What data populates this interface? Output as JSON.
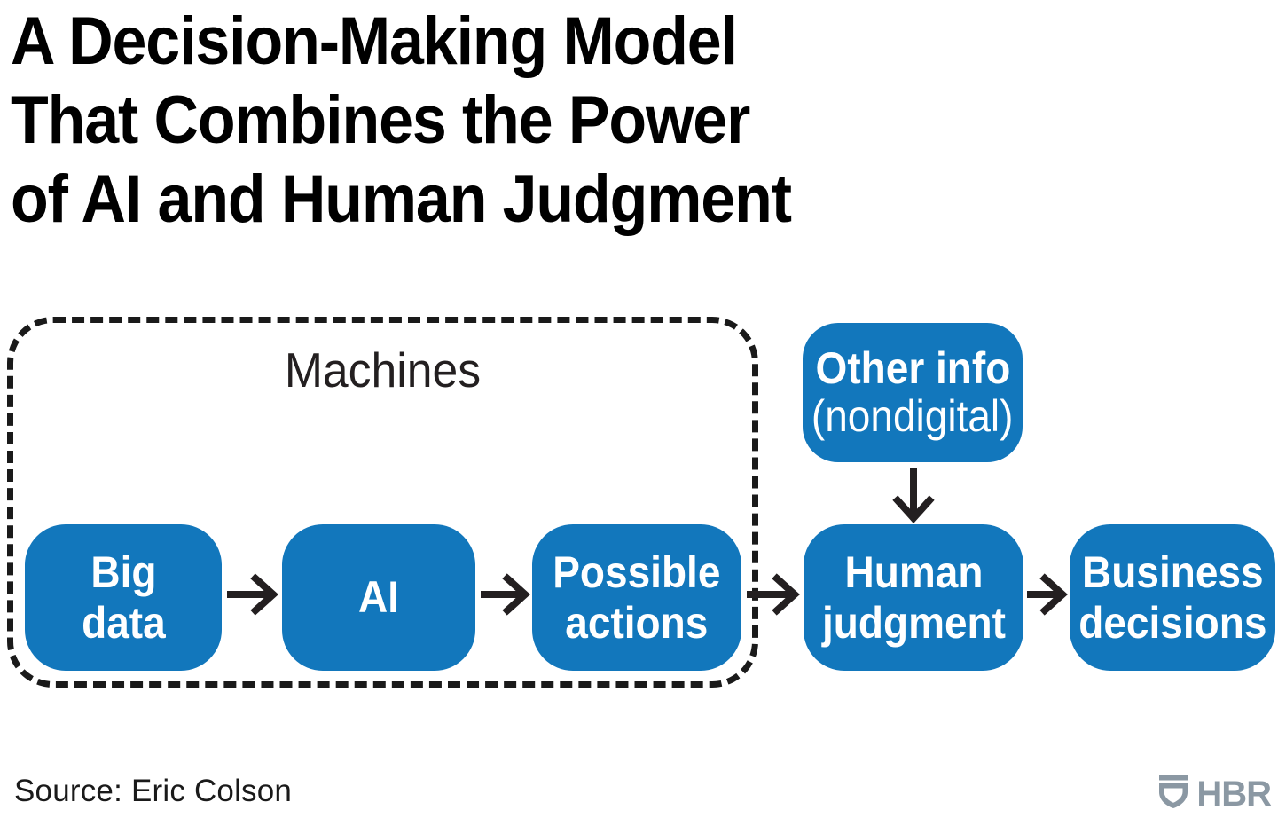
{
  "title": {
    "lines": [
      "A Decision-Making Model",
      "That Combines the Power",
      "of AI and Human Judgment"
    ]
  },
  "diagram": {
    "group_label": "Machines",
    "nodes": [
      {
        "id": "big-data",
        "label": "Big\ndata"
      },
      {
        "id": "ai",
        "label": "AI"
      },
      {
        "id": "possible",
        "label": "Possible\nactions"
      },
      {
        "id": "human",
        "label": "Human\njudgment"
      },
      {
        "id": "business",
        "label": "Business\ndecisions"
      }
    ],
    "other_info": {
      "line1": "Other info",
      "line2": "(nondigital)"
    },
    "colors": {
      "node_fill": "#1277bc",
      "node_text": "#ffffff",
      "group_border": "#1a1a1a",
      "group_label": "#231f20",
      "arrow": "#231f20",
      "logo": "#8b98a3"
    }
  },
  "footer": {
    "source": "Source: Eric Colson",
    "brand": "HBR"
  }
}
